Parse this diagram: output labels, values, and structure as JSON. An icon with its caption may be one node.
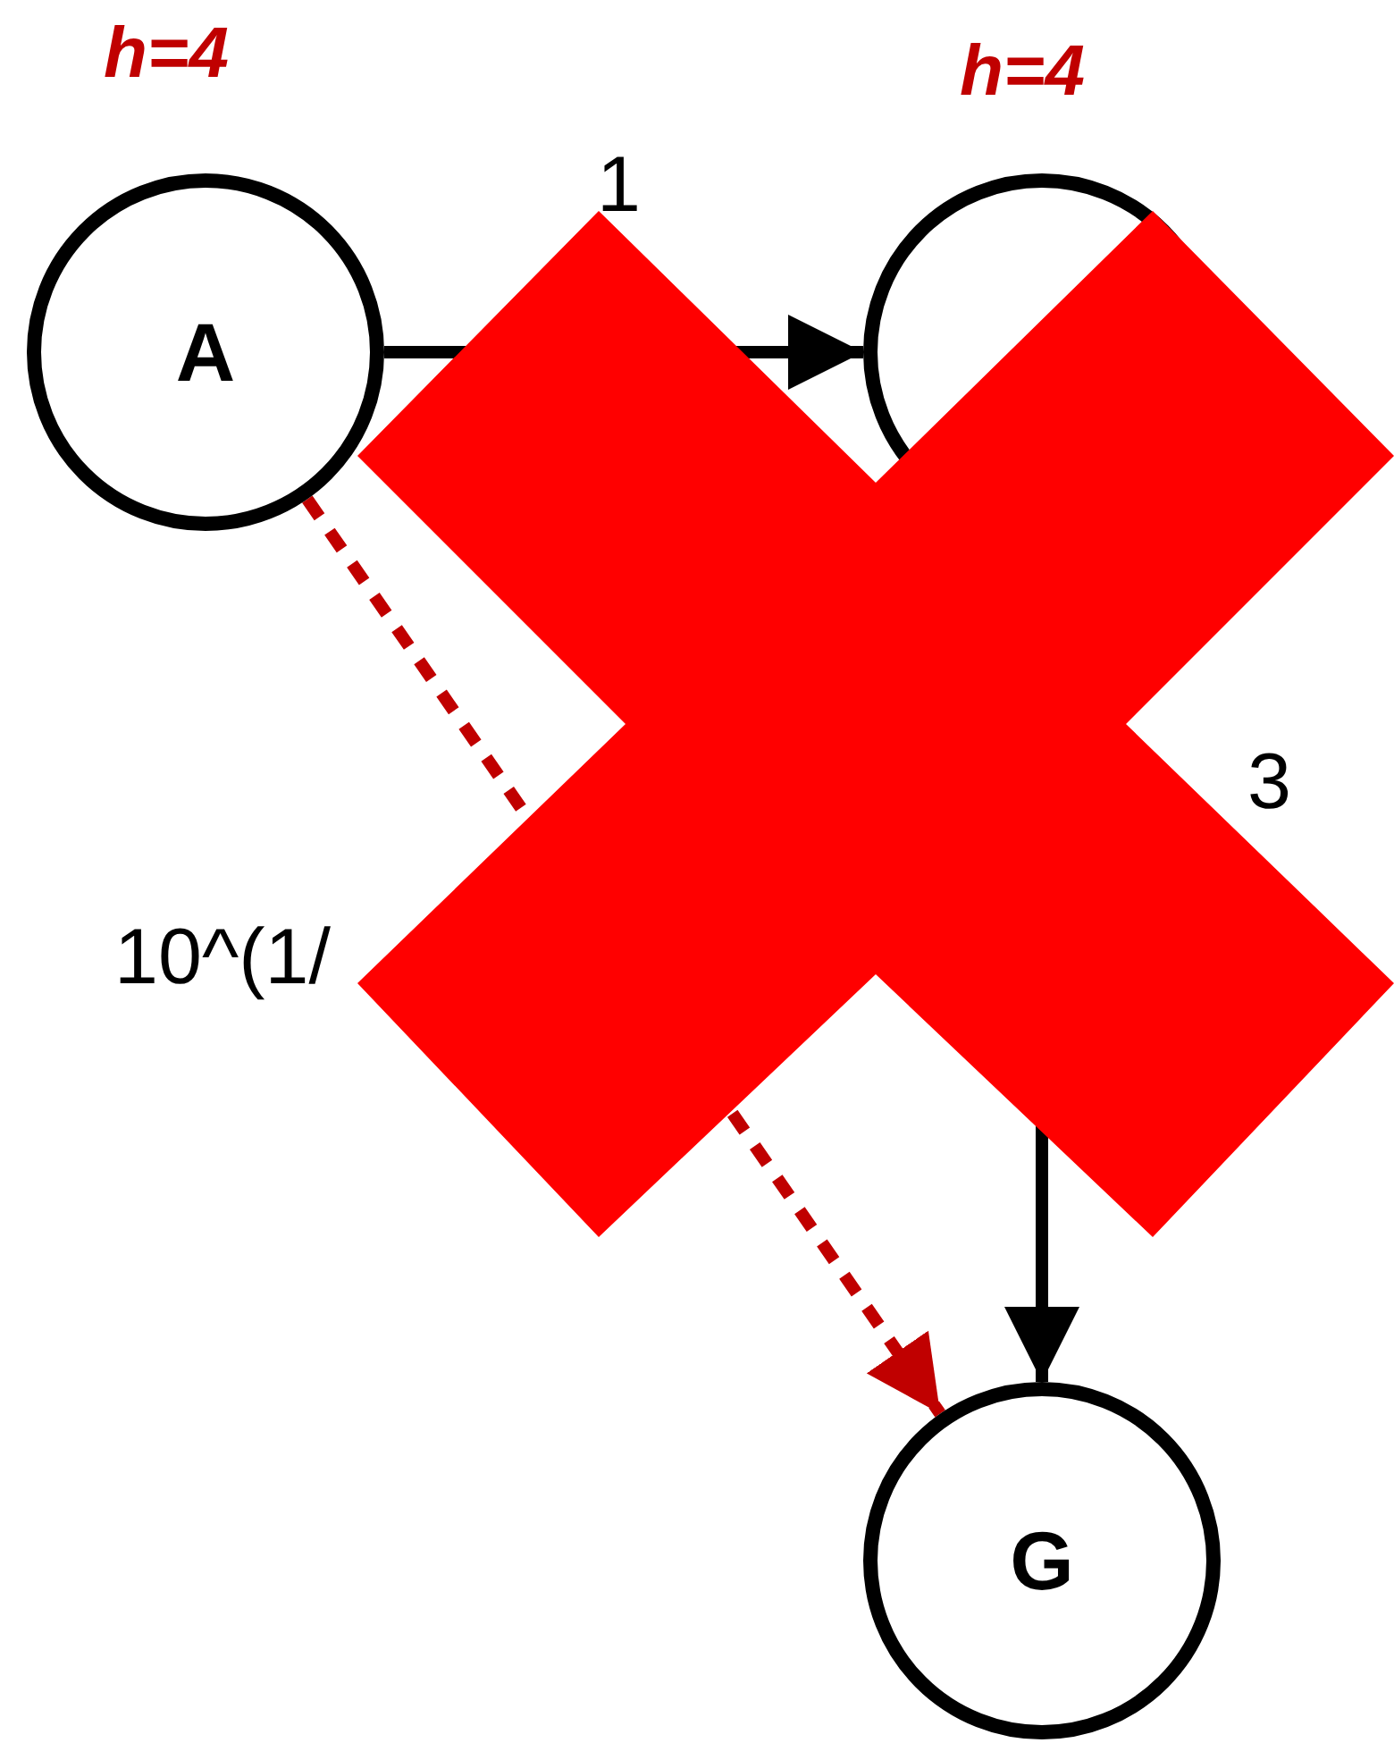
{
  "diagram": {
    "nodes": [
      {
        "text": [
          "A"
        ],
        "beside": [
          "h=4"
        ]
      },
      {
        "text": [],
        "shape": "circle",
        "beside": [
          "h=4"
        ]
      },
      {
        "text": [
          "G"
        ]
      }
    ],
    "edges": [
      {
        "from": 0,
        "to": 1,
        "arrow": "to",
        "label": "1"
      },
      {
        "from": 1,
        "to": 2,
        "arrow": "to",
        "label": "3"
      },
      {
        "from": 0,
        "to": 2,
        "arrow": "to",
        "label": "10^(1/",
        "style": "dashed",
        "color": "#c00000"
      }
    ]
  }
}
